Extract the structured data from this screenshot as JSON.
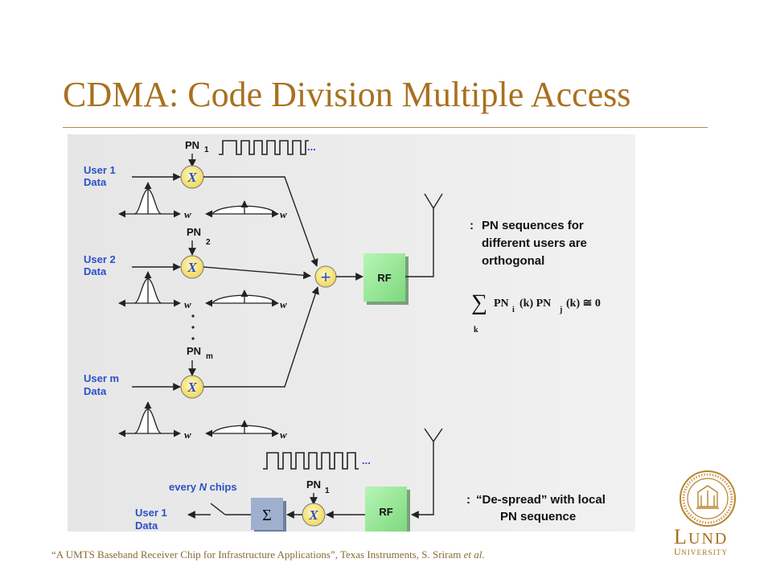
{
  "slide": {
    "title": "CDMA: Code Division Multiple Access",
    "citation_main": "“A UMTS Baseband Receiver Chip for Infrastructure Applications”, Texas Instruments, S. Sriram ",
    "citation_tail": "et al."
  },
  "diagram": {
    "pn_label": "PN",
    "pn1_sub": "1",
    "pn2_sub": "2",
    "pnm_sub": "m",
    "ellipsis": "...",
    "user1_l1": "User 1",
    "user1_l2": "Data",
    "user2_l1": "User 2",
    "user2_l2": "Data",
    "userm_l1": "User m",
    "userm_l2": "Data",
    "mult": "X",
    "plus": "+",
    "w": "w",
    "rf": "RF",
    "note1_colon": ":",
    "note1_line1": "PN sequences for",
    "note1_line2": "different users are",
    "note1_line3": "orthogonal",
    "sum_sym": "∑",
    "eq_pn1": "PN",
    "eq_i": "i",
    "eq_k1": "(k) PN",
    "eq_j": "j",
    "eq_k2": "(k) ≅ 0",
    "eq_k": "k",
    "every_pre": "every ",
    "every_n": "N",
    "every_post": " chips",
    "sigma": "Σ",
    "rx_user_l1": "User 1",
    "rx_user_l2": "Data",
    "note2_colon": ":",
    "note2_line1": "“De-spread” with local",
    "note2_line2": "PN sequence"
  },
  "colors": {
    "title": "#a8701f",
    "label_blue": "#2b4fc7",
    "node_yellow": "#f6e27a",
    "rf_green": "#90e890",
    "sigma_block": "#9fb0cf",
    "panel_bg": "#eaeaea"
  },
  "logo": {
    "name_big": "L",
    "name_rest": "UND",
    "univ_big": "U",
    "univ_rest": "NIVERSITY"
  }
}
